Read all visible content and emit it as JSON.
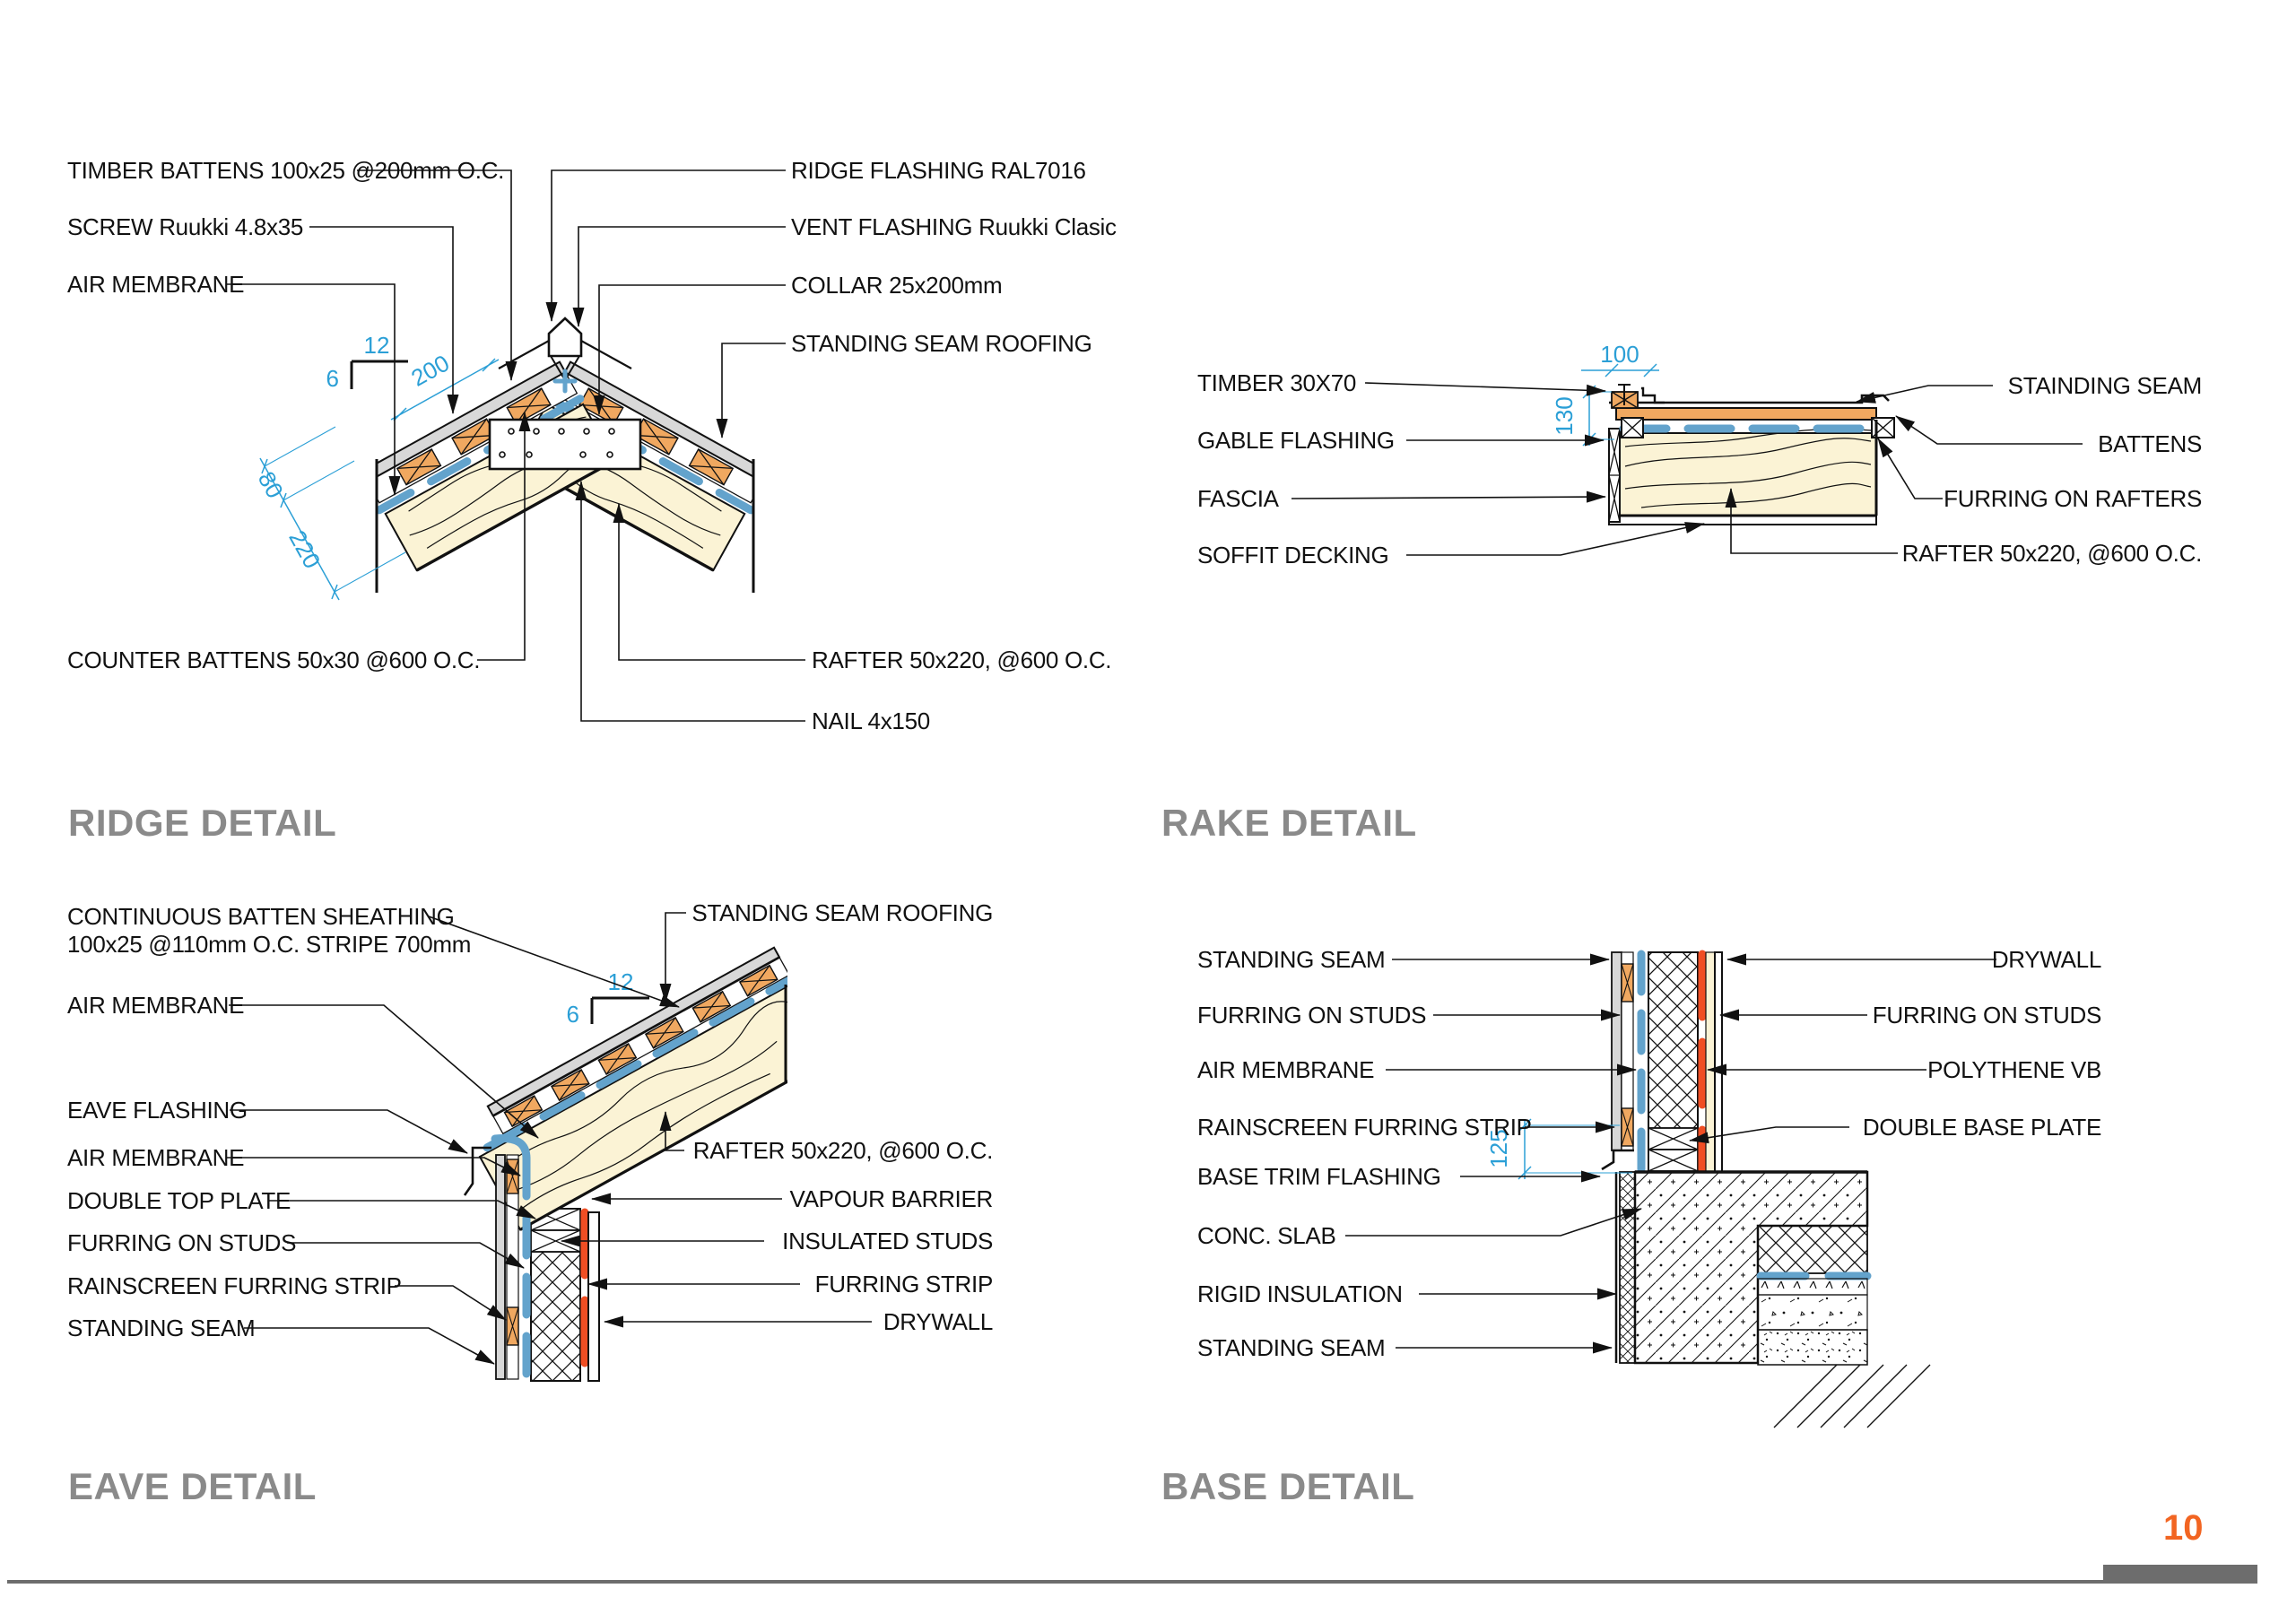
{
  "page": {
    "number": "10"
  },
  "colors": {
    "accent_orange": "#F26522",
    "dimension_blue": "#2B9FD6",
    "wood_cream": "#FBF3D5",
    "batten_orange": "#F0A860",
    "membrane_blue": "#63A3CC",
    "vapour_barrier_orange": "#F04E23",
    "metal_gray": "#D8D8D8",
    "title_gray": "#8A8A8A",
    "footer_gray": "#6D6D6D"
  },
  "details": {
    "ridge": {
      "title": "RIDGE DETAIL",
      "labels_left": [
        "TIMBER BATTENS 100x25 @200mm O.C.",
        "SCREW Ruukki 4.8x35",
        "AIR MEMBRANE",
        "COUNTER BATTENS 50x30 @600 O.C."
      ],
      "labels_right": [
        "RIDGE FLASHING RAL7016",
        "VENT FLASHING Ruukki Clasic",
        "COLLAR 25x200mm",
        "STANDING SEAM ROOFING",
        "RAFTER 50x220, @600 O.C.",
        "NAIL 4x150"
      ],
      "dims": {
        "slope_rise": "12",
        "slope_run": "6",
        "batten_spacing": "200",
        "counter_batten_depth": "80",
        "rafter_depth": "220"
      }
    },
    "rake": {
      "title": "RAKE DETAIL",
      "labels_left": [
        "TIMBER 30X70",
        "GABLE FLASHING",
        "FASCIA",
        "SOFFIT DECKING"
      ],
      "labels_right": [
        "STAINDING SEAM",
        "BATTENS",
        "FURRING ON RAFTERS",
        "RAFTER 50x220, @600 O.C."
      ],
      "dims": {
        "timber_width": "100",
        "edge_height": "130"
      }
    },
    "eave": {
      "title": "EAVE DETAIL",
      "labels_left": [
        "CONTINUOUS BATTEN SHEATHING",
        "100x25 @110mm O.C. STRIPE 700mm",
        "AIR MEMBRANE",
        "EAVE FLASHING",
        "AIR MEMBRANE",
        "DOUBLE TOP PLATE",
        "FURRING ON STUDS",
        "RAINSCREEN FURRING STRIP",
        "STANDING SEAM"
      ],
      "labels_right": [
        "STANDING SEAM ROOFING",
        "RAFTER 50x220, @600 O.C.",
        "VAPOUR BARRIER",
        "INSULATED STUDS",
        "FURRING STRIP",
        "DRYWALL"
      ],
      "dims": {
        "slope_rise": "12",
        "slope_run": "6"
      }
    },
    "base": {
      "title": "BASE DETAIL",
      "labels_left": [
        "STANDING SEAM",
        "FURRING ON STUDS",
        "AIR MEMBRANE",
        "RAINSCREEN FURRING STRIP",
        "BASE TRIM FLASHING",
        "CONC. SLAB",
        "RIGID INSULATION",
        "STANDING SEAM"
      ],
      "labels_right": [
        "DRYWALL",
        "FURRING ON STUDS",
        "POLYTHENE VB",
        "DOUBLE BASE PLATE"
      ],
      "dims": {
        "base_offset": "125"
      }
    }
  }
}
